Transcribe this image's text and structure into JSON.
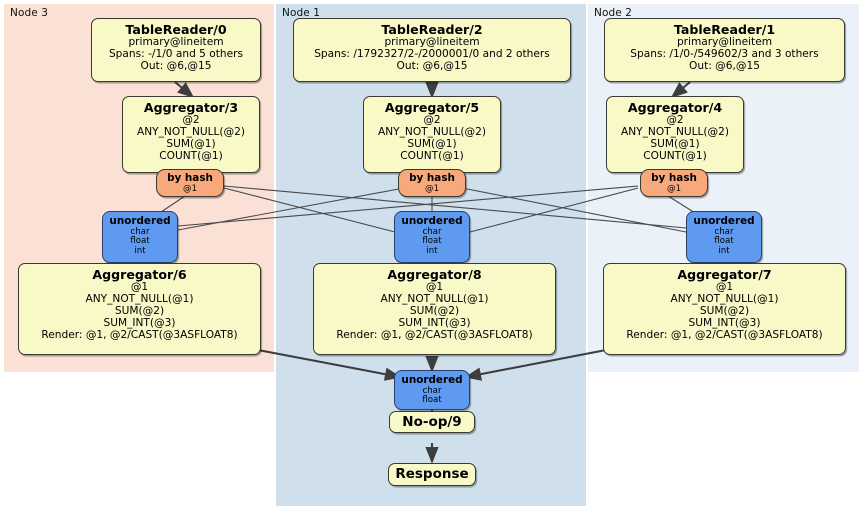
{
  "diagram": {
    "title": "Distributed query plan flow diagram",
    "panels": [
      {
        "id": "node3",
        "label": "Node 3",
        "color": "#fbe0d5"
      },
      {
        "id": "node1",
        "label": "Node 1",
        "color": "#cfe0ec"
      },
      {
        "id": "node2",
        "label": "Node 2",
        "color": "#eaf1f8"
      }
    ],
    "colors": {
      "processor_fill": "#f9f9c8",
      "hash_fill": "#f7a97c",
      "unordered_fill": "#5e9bf0",
      "edge": "#4a4a4a",
      "border": "#3a3a32"
    },
    "nodes": {
      "tablereader0": {
        "title": "TableReader/0",
        "lines": [
          "primary@lineitem",
          "Spans: -/1/0 and 5 others",
          "Out: @6,@15"
        ]
      },
      "tablereader2": {
        "title": "TableReader/2",
        "lines": [
          "primary@lineitem",
          "Spans: /1792327/2-/2000001/0 and 2 others",
          "Out: @6,@15"
        ]
      },
      "tablereader1": {
        "title": "TableReader/1",
        "lines": [
          "primary@lineitem",
          "Spans: /1/0-/549602/3 and 3 others",
          "Out: @6,@15"
        ]
      },
      "aggregator3": {
        "title": "Aggregator/3",
        "lines": [
          "@2",
          "ANY_NOT_NULL(@2)",
          "SUM(@1)",
          "COUNT(@1)"
        ]
      },
      "aggregator5": {
        "title": "Aggregator/5",
        "lines": [
          "@2",
          "ANY_NOT_NULL(@2)",
          "SUM(@1)",
          "COUNT(@1)"
        ]
      },
      "aggregator4": {
        "title": "Aggregator/4",
        "lines": [
          "@2",
          "ANY_NOT_NULL(@2)",
          "SUM(@1)",
          "COUNT(@1)"
        ]
      },
      "aggregator6": {
        "title": "Aggregator/6",
        "lines": [
          "@1",
          "ANY_NOT_NULL(@1)",
          "SUM(@2)",
          "SUM_INT(@3)",
          "Render: @1, @2/CAST(@3ASFLOAT8)"
        ]
      },
      "aggregator8": {
        "title": "Aggregator/8",
        "lines": [
          "@1",
          "ANY_NOT_NULL(@1)",
          "SUM(@2)",
          "SUM_INT(@3)",
          "Render: @1, @2/CAST(@3ASFLOAT8)"
        ]
      },
      "aggregator7": {
        "title": "Aggregator/7",
        "lines": [
          "@1",
          "ANY_NOT_NULL(@1)",
          "SUM(@2)",
          "SUM_INT(@3)",
          "Render: @1, @2/CAST(@3ASFLOAT8)"
        ]
      },
      "byhash_left": {
        "title": "by hash",
        "sub": "@1"
      },
      "byhash_mid": {
        "title": "by hash",
        "sub": "@1"
      },
      "byhash_right": {
        "title": "by hash",
        "sub": "@1"
      },
      "unordered_left": {
        "title": "unordered",
        "types": [
          "char",
          "float",
          "int"
        ]
      },
      "unordered_mid": {
        "title": "unordered",
        "types": [
          "char",
          "float",
          "int"
        ]
      },
      "unordered_right": {
        "title": "unordered",
        "types": [
          "char",
          "float",
          "int"
        ]
      },
      "unordered_final": {
        "title": "unordered",
        "types": [
          "char",
          "float"
        ]
      },
      "noop9": {
        "title": "No-op/9"
      },
      "response": {
        "title": "Response"
      }
    }
  }
}
